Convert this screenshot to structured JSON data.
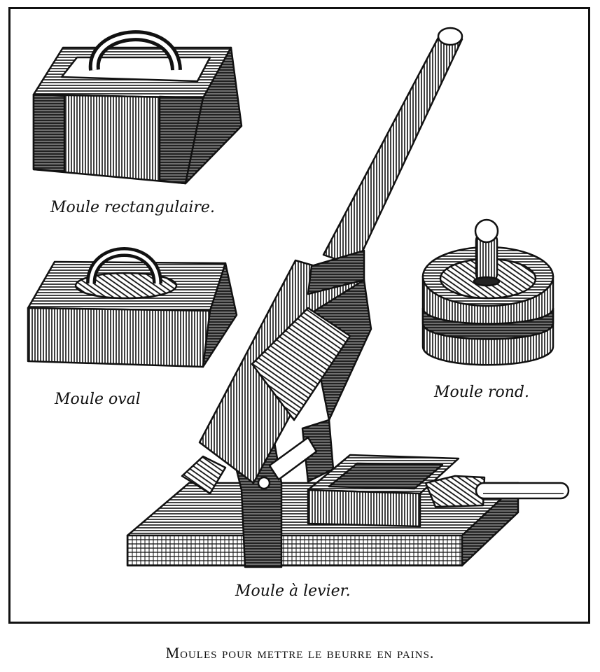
{
  "labels": {
    "rect": "Moule rectangulaire.",
    "oval": "Moule oval",
    "round": "Moule rond.",
    "lever": "Moule à levier."
  },
  "caption": "Moules pour mettre le beurre en pains.",
  "colors": {
    "ink": "#111111",
    "paper": "#ffffff"
  }
}
